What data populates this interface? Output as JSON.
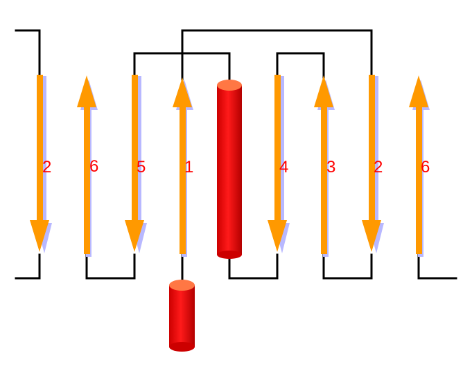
{
  "colors": {
    "strand": "#ff9900",
    "strand_shadow": "#b8b8ff",
    "helix": "#ff0000",
    "helix_top": "#ff7744",
    "connector": "#000000",
    "label": "#ff0000"
  },
  "strands": [
    {
      "label": "2",
      "direction": "down"
    },
    {
      "label": "6",
      "direction": "up"
    },
    {
      "label": "5",
      "direction": "down"
    },
    {
      "label": "1",
      "direction": "up"
    },
    {
      "label": "4",
      "direction": "down"
    },
    {
      "label": "3",
      "direction": "up"
    },
    {
      "label": "2",
      "direction": "down"
    },
    {
      "label": "6",
      "direction": "up"
    }
  ]
}
